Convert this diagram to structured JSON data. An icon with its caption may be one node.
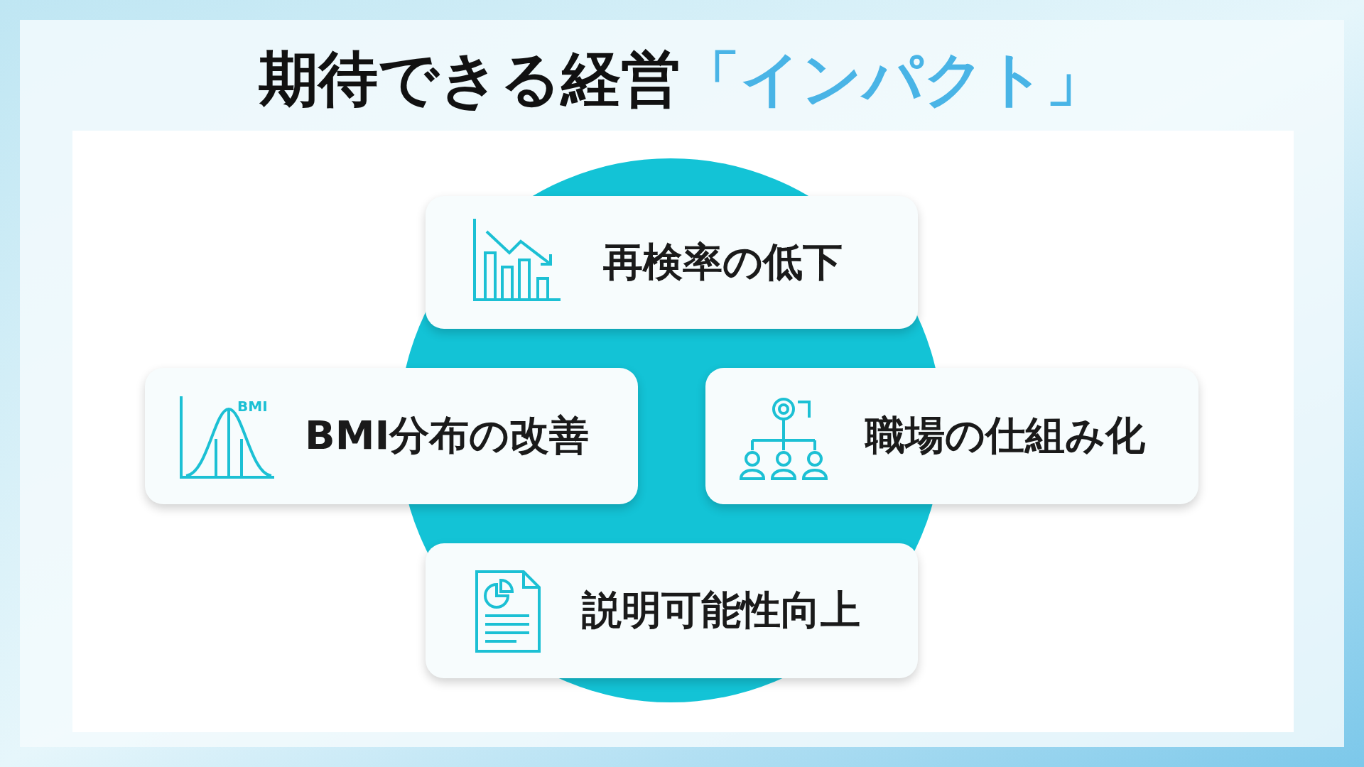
{
  "diagram": {
    "title": "期待できる経営**「インパクト」**",
    "nodes": [
      {
        "text": [
          "再検率の低下"
        ]
      },
      {
        "text": [
          "BMI分布の改善"
        ]
      },
      {
        "text": [
          "職場の仕組み化"
        ]
      },
      {
        "text": [
          "説明可能性向上"
        ]
      }
    ],
    "labels": [
      "BMI"
    ]
  }
}
